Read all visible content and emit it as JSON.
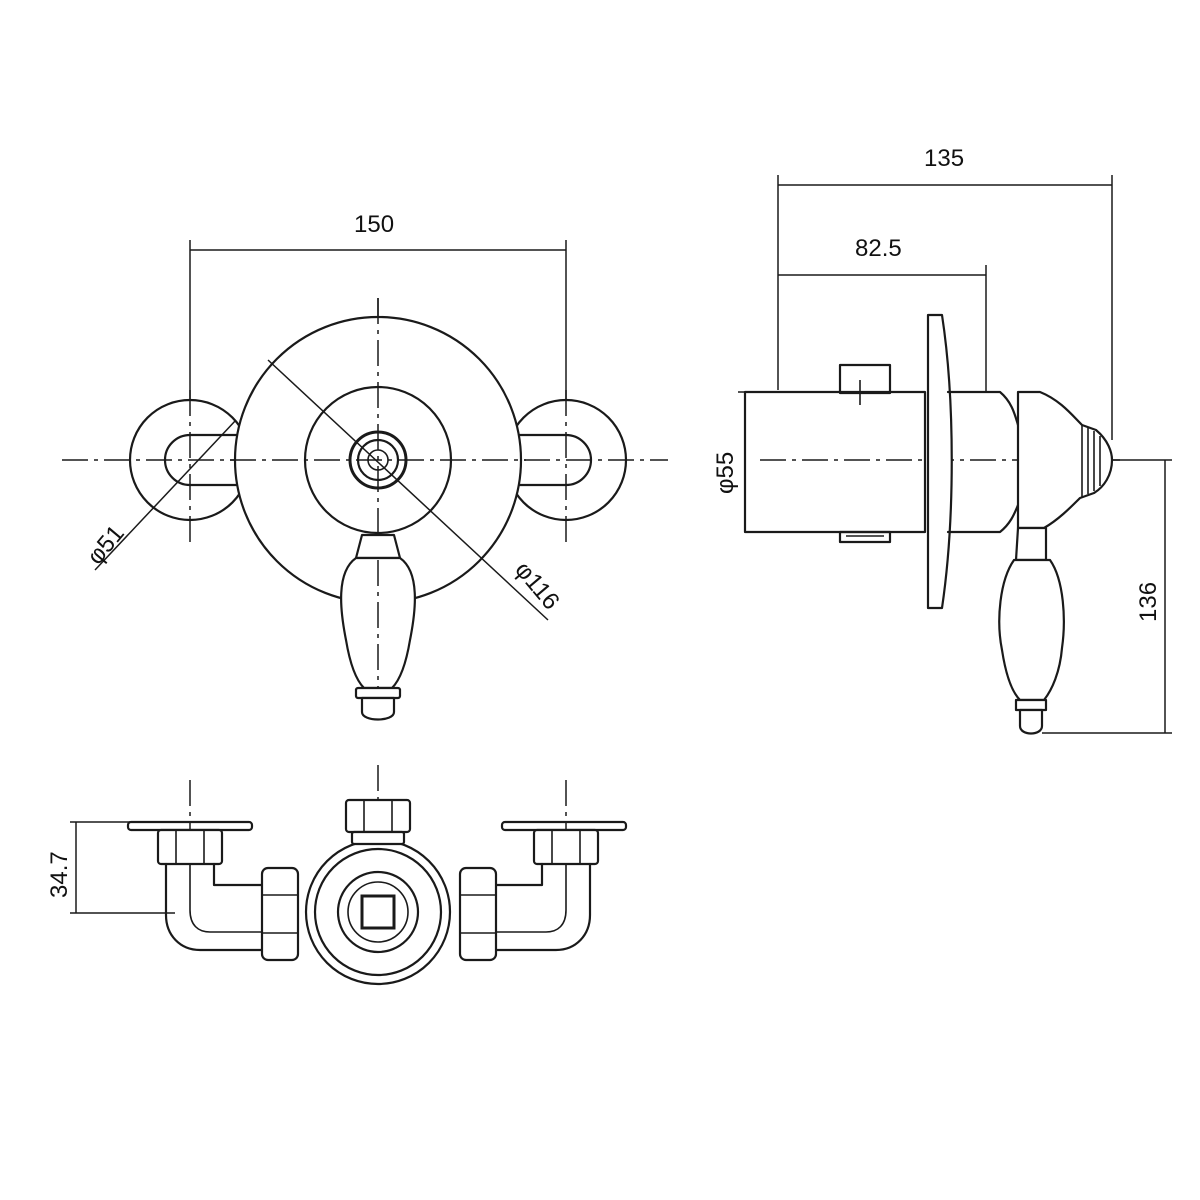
{
  "front_view": {
    "dim_width": "150",
    "dim_small_dia": "φ51",
    "dim_large_dia": "φ116"
  },
  "side_view": {
    "dim_depth_total": "135",
    "dim_depth_plate": "82.5",
    "dim_body_dia": "φ55",
    "dim_lever_drop": "136"
  },
  "bottom_view": {
    "dim_offset": "34.7"
  }
}
